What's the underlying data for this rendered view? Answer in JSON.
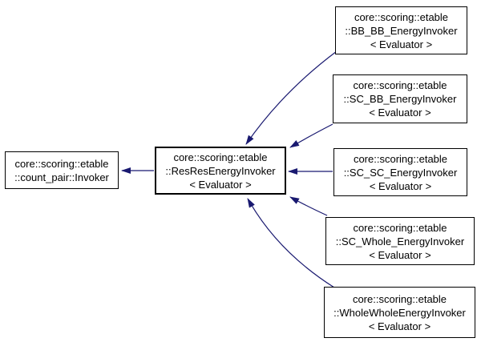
{
  "diagram": {
    "kind": "doxygen-inheritance-graph",
    "background_color": "#ffffff",
    "edge_color": "#191970",
    "node_border_color": "#000000",
    "node_fill_color": "#ffffff",
    "text_color": "#000000"
  },
  "nodes": {
    "count_pair_invoker": {
      "line1": "core::scoring::etable",
      "line2": "::count_pair::Invoker"
    },
    "resres": {
      "line1": "core::scoring::etable",
      "line2": "::ResResEnergyInvoker",
      "line3": "< Evaluator >"
    },
    "bb_bb": {
      "line1": "core::scoring::etable",
      "line2": "::BB_BB_EnergyInvoker",
      "line3": "< Evaluator >"
    },
    "sc_bb": {
      "line1": "core::scoring::etable",
      "line2": "::SC_BB_EnergyInvoker",
      "line3": "< Evaluator >"
    },
    "sc_sc": {
      "line1": "core::scoring::etable",
      "line2": "::SC_SC_EnergyInvoker",
      "line3": "< Evaluator >"
    },
    "sc_whole": {
      "line1": "core::scoring::etable",
      "line2": "::SC_Whole_EnergyInvoker",
      "line3": "< Evaluator >"
    },
    "whole_whole": {
      "line1": "core::scoring::etable",
      "line2": "::WholeWholeEnergyInvoker",
      "line3": "< Evaluator >"
    }
  },
  "edges": [
    {
      "from": "resres",
      "to": "count_pair_invoker",
      "relation": "inherits"
    },
    {
      "from": "bb_bb",
      "to": "resres",
      "relation": "inherits"
    },
    {
      "from": "sc_bb",
      "to": "resres",
      "relation": "inherits"
    },
    {
      "from": "sc_sc",
      "to": "resres",
      "relation": "inherits"
    },
    {
      "from": "sc_whole",
      "to": "resres",
      "relation": "inherits"
    },
    {
      "from": "whole_whole",
      "to": "resres",
      "relation": "inherits"
    }
  ]
}
